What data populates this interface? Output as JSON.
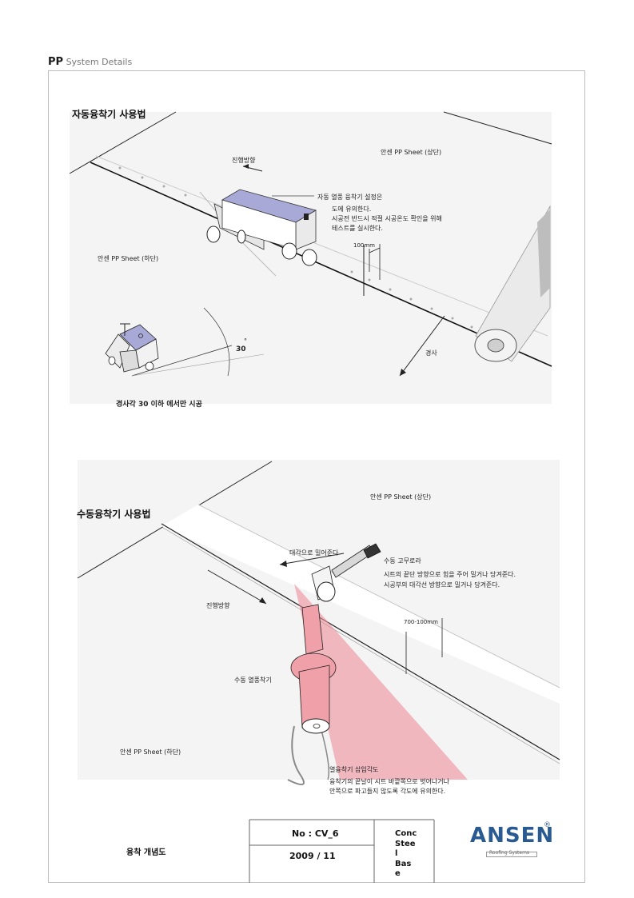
{
  "header": {
    "brand": "PP",
    "subtitle": "System Details"
  },
  "section1": {
    "title": "자동융착기 사용법",
    "label_upper_sheet": "안센 PP Sheet (상단)",
    "label_direction": "진행방향",
    "note_lines": [
      "자동 열풍 융착기 설정은",
      "도에 유의한다.",
      "시공전 반드시 적절 시공온도 확인을 위해",
      "테스트를 실시한다."
    ],
    "label_overlap": "100mm",
    "label_lower_sheet": "안센 PP Sheet (하단)",
    "label_slope": "경사",
    "angle_value": "30",
    "angle_unit": "°",
    "caption": "경사각 30 이하 에서만 시공"
  },
  "section2": {
    "title": "수동융착기 사용법",
    "label_upper_sheet": "안센 PP Sheet (상단)",
    "label_diagonal": "대각으로 밀어준다",
    "label_roller": "수동 고무로라",
    "roller_note_lines": [
      "시트의 끝단 방향으로 힘을 주어 밀거나 당겨준다.",
      "시공부의 대각선 방향으로 밀거나 당겨준다."
    ],
    "label_direction": "진행방향",
    "label_overlap": "700-100mm",
    "label_welder": "수동 열풍착기",
    "label_lower_sheet": "안센 PP Sheet (하단)",
    "angle_title": "열융착기 삽입각도",
    "angle_note_lines": [
      "융착기의 끝날이 시트 바깥쪽으로 벗어나거나",
      "안쪽으로 파고들지 않도록 각도에 유의한다."
    ]
  },
  "footer": {
    "drawing_title": "융착 개념도",
    "no_label": "No : CV_6",
    "date": "2009 / 11",
    "category_lines": [
      "Conc",
      "Stee",
      "l",
      "Bas",
      "e"
    ],
    "logo_text": "ANSEN",
    "logo_mark": "®",
    "logo_sub": "Roofing Systems"
  },
  "colors": {
    "device_blue": "#a9a9d8",
    "angle_pink": "#ee8e9b",
    "welder_pink": "#efa0a8",
    "sheet_gray": "#f3f3f3",
    "logo_blue": "#2a5a92"
  }
}
